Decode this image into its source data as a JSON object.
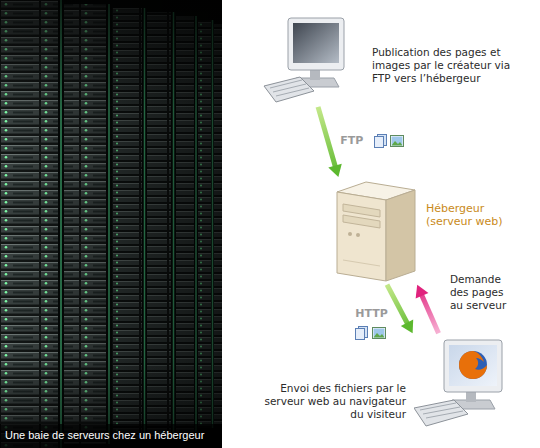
{
  "diagram": {
    "caption": "Une baie de serveurs chez un hébergeur",
    "nodes": [
      {
        "text": [
          "Publication des pages et images par le créateur via FTP vers l’hébergeur"
        ]
      },
      {
        "text": [
          "Hébergeur (serveur web)"
        ]
      },
      {
        "text": [
          "Envoi des fichiers par le serveur web au navigateur du visiteur"
        ]
      }
    ],
    "edges": [
      {
        "from": 0,
        "to": 1,
        "arrow": "to",
        "label": "FTP"
      },
      {
        "from": 1,
        "to": 2,
        "arrow": "to",
        "label": "HTTP"
      },
      {
        "from": 2,
        "to": 1,
        "arrow": "to",
        "label": "Demande des pages au serveur"
      }
    ]
  }
}
